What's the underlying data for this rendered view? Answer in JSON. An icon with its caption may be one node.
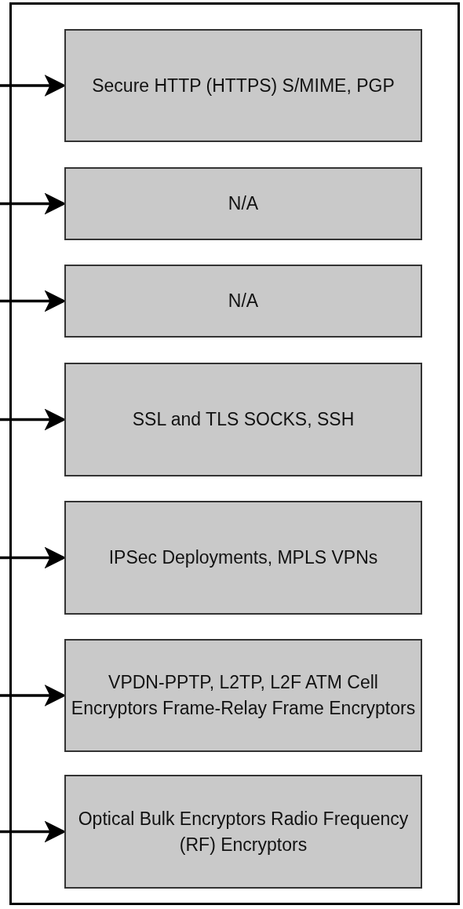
{
  "diagram": {
    "nodes": [
      {
        "text": [
          "Secure HTTP (HTTPS) S/MIME, PGP"
        ]
      },
      {
        "text": [
          "N/A"
        ]
      },
      {
        "text": [
          "N/A"
        ]
      },
      {
        "text": [
          "SSL and TLS SOCKS, SSH"
        ]
      },
      {
        "text": [
          "IPSec Deployments, MPLS VPNs"
        ]
      },
      {
        "text": [
          "VPDN-PPTP, L2TP, L2F ATM Cell Encryptors Frame-Relay Frame Encryptors"
        ]
      },
      {
        "text": [
          "Optical Bulk Encryptors Radio Frequency (RF) Encryptors"
        ]
      }
    ],
    "edges": [
      {
        "from": null,
        "to": 0,
        "arrow": "to"
      },
      {
        "from": null,
        "to": 1,
        "arrow": "to"
      },
      {
        "from": null,
        "to": 2,
        "arrow": "to"
      },
      {
        "from": null,
        "to": 3,
        "arrow": "to"
      },
      {
        "from": null,
        "to": 4,
        "arrow": "to"
      },
      {
        "from": null,
        "to": 5,
        "arrow": "to"
      },
      {
        "from": null,
        "to": 6,
        "arrow": "to"
      }
    ]
  }
}
